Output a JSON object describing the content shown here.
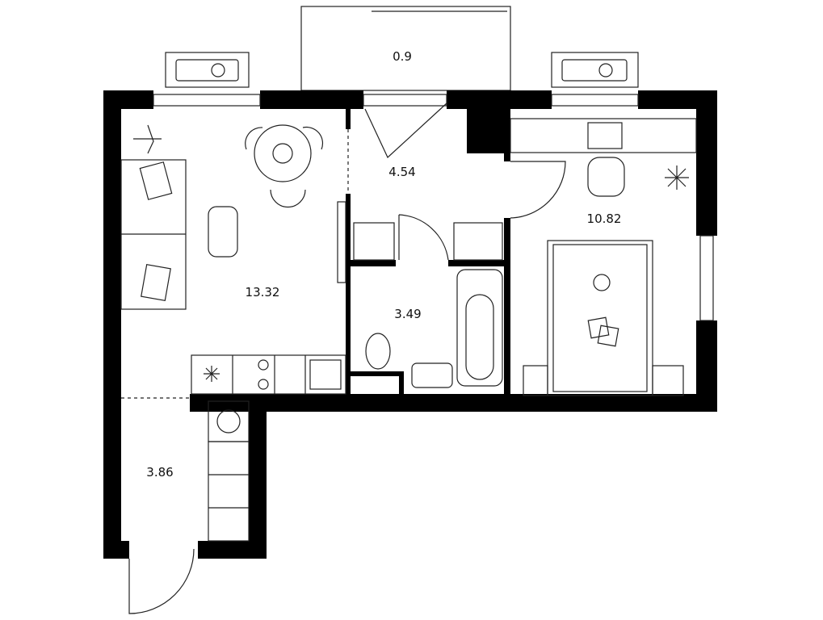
{
  "rooms": [
    {
      "name": "balcony",
      "area": "0.9"
    },
    {
      "name": "living-kitchen",
      "area": "13.32"
    },
    {
      "name": "hallway",
      "area": "4.54"
    },
    {
      "name": "bedroom",
      "area": "10.82"
    },
    {
      "name": "bathroom",
      "area": "3.49"
    },
    {
      "name": "entrance-corridor",
      "area": "3.86"
    }
  ],
  "colors": {
    "wall": "#000000",
    "line": "#222222",
    "background": "#ffffff"
  }
}
